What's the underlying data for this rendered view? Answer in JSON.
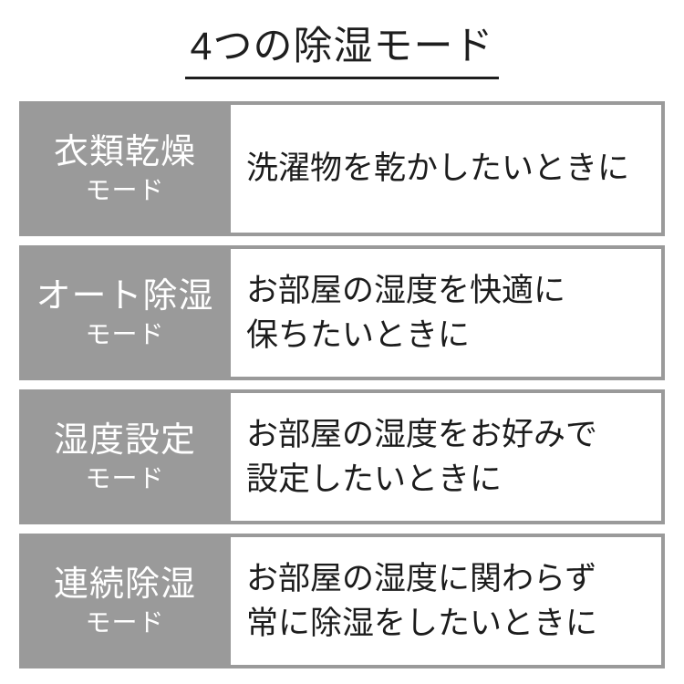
{
  "page": {
    "title": "4つの除湿モード"
  },
  "colors": {
    "background": "#ffffff",
    "cell_gray": "#9a9a9a",
    "label_text": "#ffffff",
    "body_text": "#1c1c1c",
    "title_underline": "#1e1e1e"
  },
  "modes": [
    {
      "name": "衣類乾燥",
      "suffix": "モード",
      "description_lines": [
        "洗濯物を乾かしたいときに"
      ]
    },
    {
      "name": "オート除湿",
      "suffix": "モード",
      "description_lines": [
        "お部屋の湿度を快適に",
        "保ちたいときに"
      ]
    },
    {
      "name": "湿度設定",
      "suffix": "モード",
      "description_lines": [
        "お部屋の湿度をお好みで",
        "設定したいときに"
      ]
    },
    {
      "name": "連続除湿",
      "suffix": "モード",
      "description_lines": [
        "お部屋の湿度に関わらず",
        "常に除湿をしたいときに"
      ]
    }
  ]
}
